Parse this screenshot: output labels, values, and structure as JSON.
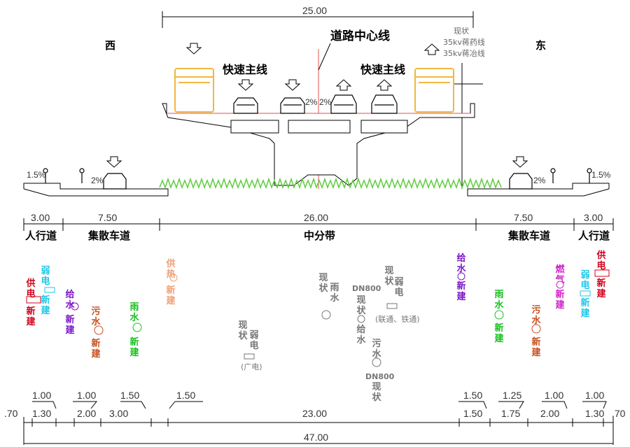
{
  "top_dims": {
    "total_width": "25.00",
    "centerline": "道路中心线",
    "existing_line": [
      "现状",
      "35kv蒋药线",
      "35kv蒋冶线"
    ]
  },
  "directions": {
    "west": "西",
    "east": "东"
  },
  "lanes": {
    "express_left": "快速主线",
    "express_right": "快速主线"
  },
  "slopes": {
    "bridge_left": "2%",
    "bridge_right": "2%",
    "walk_left": "1.5%",
    "road_left": "2%",
    "road_right": "2%",
    "walk_right": "1.5%"
  },
  "section_widths": {
    "walk_left": "3.00",
    "road_left": "7.50",
    "median": "26.00",
    "road_right": "7.50",
    "walk_right": "3.00"
  },
  "section_labels": {
    "walk_left": "人行道",
    "road_left": "集散车道",
    "median": "中分带",
    "road_right": "集散车道",
    "walk_right": "人行道"
  },
  "utilities": {
    "w_power": {
      "name": "供电",
      "status": "新建"
    },
    "w_telecom": {
      "name": "弱电",
      "status": "新建"
    },
    "w_water": {
      "name": "给水",
      "status": "新建"
    },
    "w_sewage": {
      "name": "污水",
      "status": "新建"
    },
    "w_rain": {
      "name": "雨水",
      "status": "新建"
    },
    "w_heat": {
      "name": "供热",
      "status": "新建"
    },
    "m_telecom_bc": {
      "name": "现状",
      "name2": "弱电",
      "note": "(广电)"
    },
    "m_rain": {
      "name": "现状",
      "name2": "雨水"
    },
    "m_water": {
      "name": "DN800",
      "name2": "现状",
      "name3": "给水"
    },
    "m_telecom": {
      "name": "现状",
      "name2": "弱电",
      "note": "(联通、铁通)"
    },
    "m_sewage": {
      "name": "污水",
      "name2": "DN800",
      "name3": "现状"
    },
    "e_water": {
      "name": "给水",
      "status": "新建"
    },
    "e_rain": {
      "name": "雨水",
      "status": "新建"
    },
    "e_sewage": {
      "name": "污水",
      "status": "新建"
    },
    "e_gas": {
      "name": "燃气",
      "status": "新建"
    },
    "e_telecom": {
      "name": "弱电",
      "status": "新建"
    },
    "e_power": {
      "name": "供电",
      "status": "新建"
    }
  },
  "bottom_dims": {
    "row1": [
      "1.00",
      "1.00",
      "1.50",
      "1.50",
      "1.50",
      "1.25",
      "1.00",
      "1.00"
    ],
    "row2": [
      ".70",
      "1.30",
      "2.00",
      "3.00",
      "23.00",
      "1.50",
      "1.75",
      "2.00",
      "1.30",
      ".70"
    ],
    "total": "47.00"
  },
  "colors": {
    "power": "#d0021b",
    "telecom": "#1ec8e8",
    "water": "#7a16c8",
    "sewage": "#c8501e",
    "rain": "#18c020",
    "heat": "#f0a078",
    "gas": "#d020c8",
    "existing": "#777777",
    "bus": "#f0b840",
    "grass": "#5ccc3c",
    "centerline": "#e05050"
  }
}
